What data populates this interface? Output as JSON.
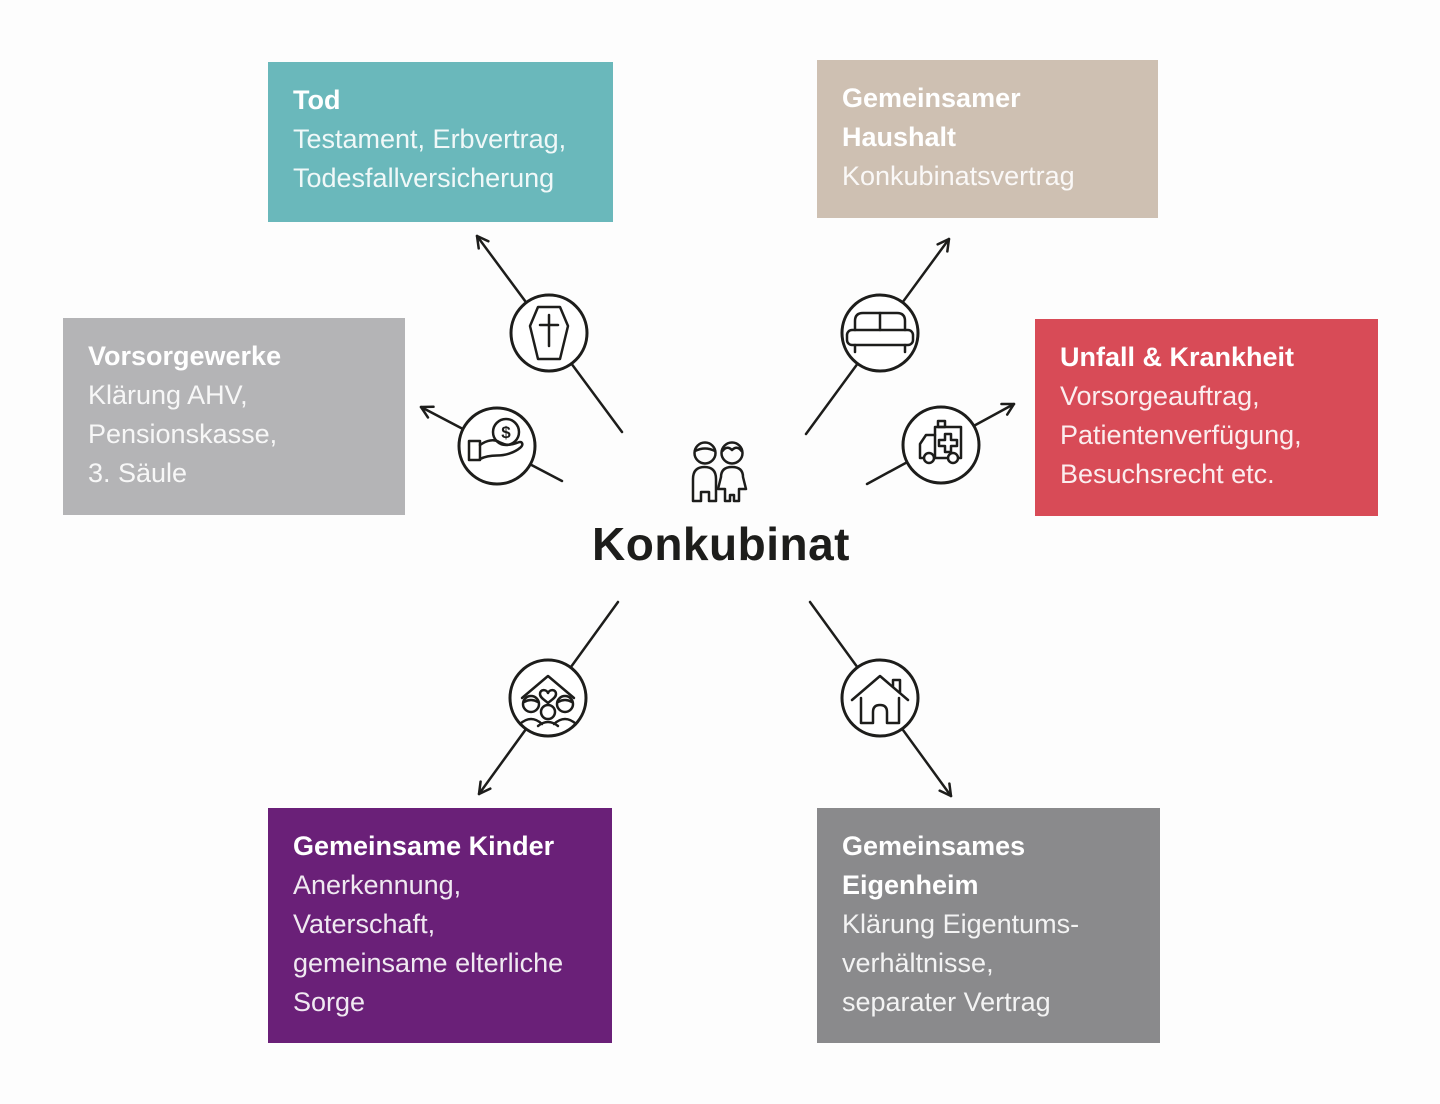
{
  "diagram": {
    "title": "Konkubinat",
    "background": "#fdfdfd",
    "line_color": "#1d1d1b"
  },
  "boxes": {
    "tod": {
      "title": [
        "Tod"
      ],
      "body": [
        "Testament, Erbvertrag,",
        "Todesfallversicherung"
      ],
      "color": "#6ab8bb"
    },
    "haushalt": {
      "title": [
        "Gemeinsamer",
        "Haushalt"
      ],
      "body": [
        "Konkubinatsvertrag"
      ],
      "color": "#cec0b2"
    },
    "vorsorgewerke": {
      "title": [
        "Vorsorgewerke"
      ],
      "body": [
        "Klärung AHV,",
        "Pensionskasse,",
        "3. Säule"
      ],
      "color": "#b4b4b6"
    },
    "unfall": {
      "title": [
        "Unfall & Krankheit"
      ],
      "body": [
        "Vorsorgeauftrag,",
        "Patientenverfügung,",
        "Besuchsrecht etc."
      ],
      "color": "#d84b57"
    },
    "kinder": {
      "title": [
        "Gemeinsame Kinder"
      ],
      "body": [
        "Anerkennung,",
        "Vaterschaft,",
        "gemeinsame elterliche",
        "Sorge"
      ],
      "color": "#6a2078"
    },
    "eigenheim": {
      "title": [
        "Gemeinsames",
        "Eigenheim"
      ],
      "body": [
        "Klärung Eigentums-",
        "verhältnisse,",
        "separater Vertrag"
      ],
      "color": "#8a8a8c"
    }
  },
  "icons": {
    "center": "couple-icon",
    "coin_symbol": "$",
    "connectors": [
      "coffin-icon",
      "sofa-icon",
      "money-hand-icon",
      "ambulance-icon",
      "family-icon",
      "house-icon"
    ]
  }
}
